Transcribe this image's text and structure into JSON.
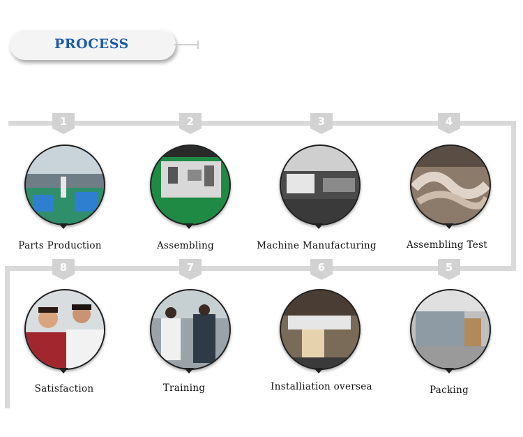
{
  "header": {
    "title": "PROCESS"
  },
  "steps": [
    {
      "number": "1",
      "label": "Parts Production"
    },
    {
      "number": "2",
      "label": "Assembling"
    },
    {
      "number": "3",
      "label": "Machine Manufacturing"
    },
    {
      "number": "4",
      "label": "Assembling Test"
    },
    {
      "number": "5",
      "label": "Packing"
    },
    {
      "number": "6",
      "label": "Installiation oversea"
    },
    {
      "number": "7",
      "label": "Training"
    },
    {
      "number": "8",
      "label": "Satisfaction"
    }
  ]
}
